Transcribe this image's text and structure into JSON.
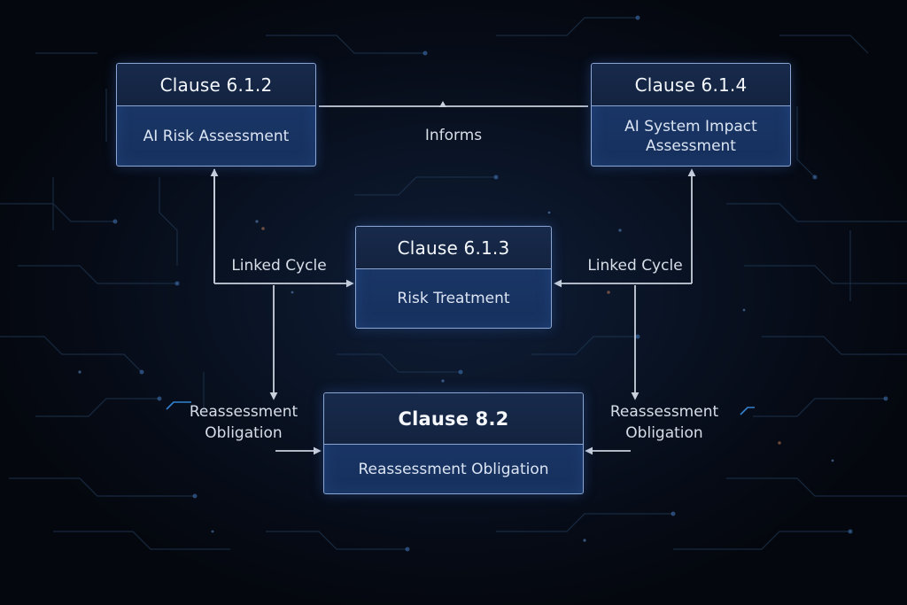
{
  "boxes": {
    "c612": {
      "title": "Clause 6.1.2",
      "body": [
        "AI Risk Assessment"
      ]
    },
    "c614": {
      "title": "Clause 6.1.4",
      "body": [
        "AI System Impact",
        "Assessment"
      ]
    },
    "c613": {
      "title": "Clause 6.1.3",
      "body": [
        "Risk Treatment"
      ]
    },
    "c82": {
      "title": "Clause 8.2",
      "body": [
        "Reassessment Obligation"
      ]
    }
  },
  "labels": {
    "informs": "Informs",
    "linked_cycle_left": "Linked Cycle",
    "linked_cycle_right": "Linked Cycle",
    "reassess_left": [
      "Reassessment",
      "Obligation"
    ],
    "reassess_right": [
      "Reassessment",
      "Obligation"
    ]
  },
  "colors": {
    "box_fill": "#1c3a6e",
    "box_border": "#8aa6d4",
    "connector": "#c9d0dc",
    "background": "#060b16"
  }
}
